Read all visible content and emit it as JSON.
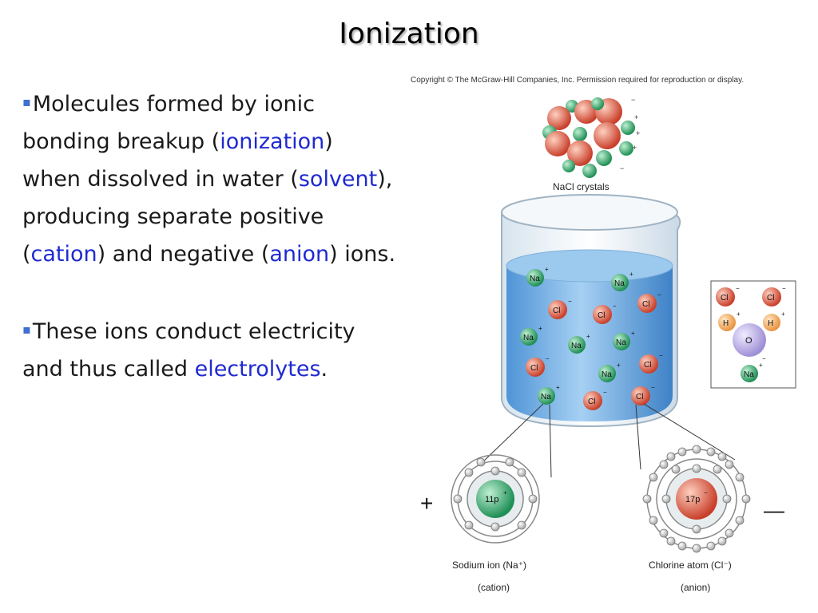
{
  "slide": {
    "title": "Ionization",
    "bullet_marker": "▪",
    "bullet1": {
      "t1": "Molecules formed by ionic bonding breakup (",
      "k1": "ionization",
      "t2": ") when dissolved in water (",
      "k2": "solvent",
      "t3": "), producing separate positive (",
      "k3": "cation",
      "t4": ") and negative (",
      "k4": "anion",
      "t5": ") ions."
    },
    "bullet2": {
      "t1": "These ions conduct electricity and thus called ",
      "k1": "electrolytes",
      "t2": "."
    },
    "colors": {
      "keyword": "#1f2ad0",
      "bullet": "#3f6fd0"
    }
  },
  "figure": {
    "copyright": "Copyright © The McGraw-Hill Companies, Inc. Permission required for reproduction or display.",
    "crystal_label": "NaCl crystals",
    "na_label": "Na",
    "cl_label": "Cl",
    "plus_sup": "+",
    "minus_sup": "−",
    "h_label": "H",
    "o_label": "O",
    "plus_sign": "+",
    "minus_sign": "—",
    "sodium_nucleus": "11p",
    "chlorine_nucleus": "17p",
    "sodium_caption": "Sodium ion (Na⁺)",
    "sodium_role": "(cation)",
    "chlorine_caption": "Chlorine atom (Cl⁻)",
    "chlorine_role": "(anion)",
    "colors": {
      "water": "#7fb6e6",
      "sodium": "#2fa56a",
      "chlorine": "#d9503a",
      "oxygen": "#b7a9e0",
      "hydrogen": "#f0a85a"
    }
  }
}
